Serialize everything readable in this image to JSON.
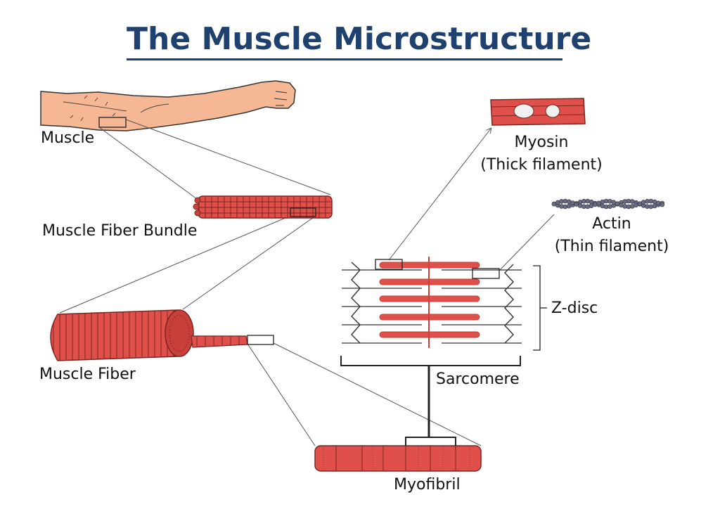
{
  "title": "The Muscle Microstructure",
  "labels": {
    "muscle": "Muscle",
    "muscle_fiber_bundle": "Muscle Fiber Bundle",
    "muscle_fiber": "Muscle Fiber",
    "myofibril": "Myofibril",
    "myosin": "Myosin",
    "myosin_sub": "(Thick filament)",
    "actin": "Actin",
    "actin_sub": "(Thin filament)",
    "z_disc": "Z-disc",
    "sarcomere": "Sarcomere"
  },
  "colors": {
    "title": "#1f4170",
    "skin": "#f6b894",
    "muscle_red": "#e0504a",
    "muscle_dark": "#9c2f2b",
    "actin_beads": "#6a6a86",
    "line": "#555555"
  }
}
